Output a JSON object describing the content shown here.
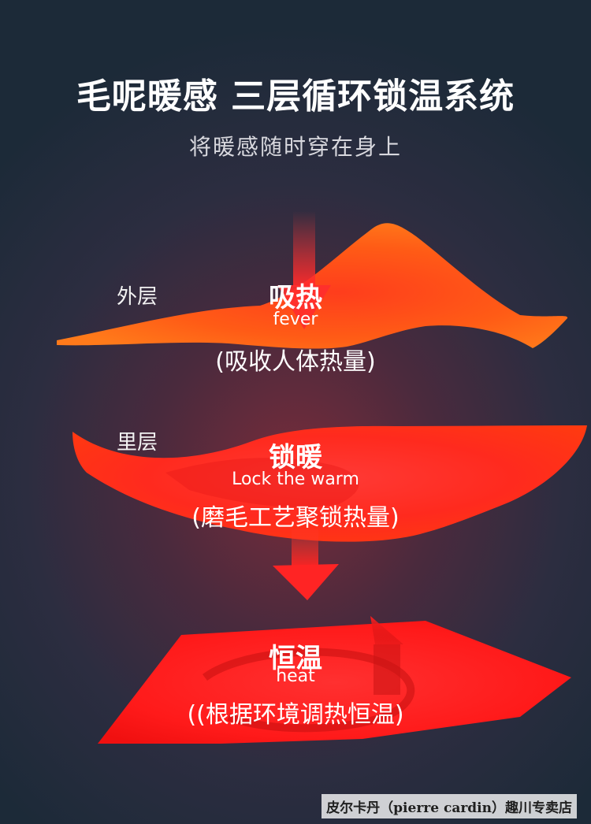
{
  "header": {
    "title": "毛呢暖感 三层循环锁温系统",
    "subtitle": "将暖感随时穿在身上"
  },
  "layers": [
    {
      "side_label": "外层",
      "name_zh": "吸热",
      "name_en": "fever",
      "description": "(吸收人体热量)",
      "color": "#ff5a14"
    },
    {
      "side_label": "里层",
      "name_zh": "锁暖",
      "name_en": "Lock the warm",
      "description": "(磨毛工艺聚锁热量)",
      "color": "#ff2a1e"
    },
    {
      "side_label": "",
      "name_zh": "恒温",
      "name_en": "heat",
      "description": "((根据环境调热恒温)",
      "color": "#ff1a1a"
    }
  ],
  "footer": {
    "shop_name": "皮尔卡丹（pierre cardin）趣川专卖店"
  },
  "icons": [
    "arrow-down-icon",
    "arrow-down-icon",
    "arrow-up-icon"
  ]
}
